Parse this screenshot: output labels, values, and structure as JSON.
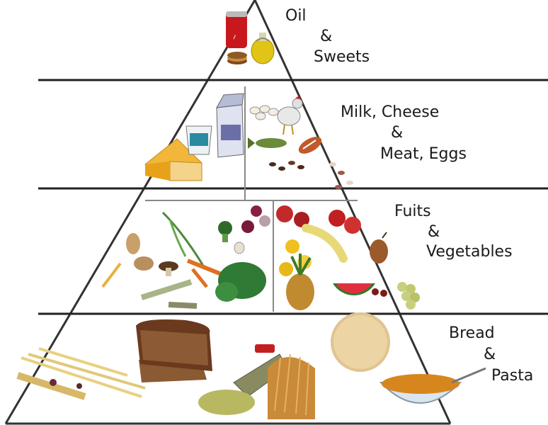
{
  "pyramid": {
    "tiers": [
      {
        "id": "oil-sweets",
        "lines": [
          "Oil",
          "&",
          "Sweets"
        ]
      },
      {
        "id": "milk-meat",
        "lines": [
          "Milk, Cheese",
          "&",
          "Meat, Eggs"
        ]
      },
      {
        "id": "fruits-vegetables",
        "lines": [
          "Fuits",
          "&",
          "Vegetables"
        ]
      },
      {
        "id": "bread-pasta",
        "lines": [
          "Bread",
          "&",
          "Pasta"
        ]
      }
    ],
    "food_icons": [
      "soda-can-icon",
      "olive-oil-bottle-icon",
      "cookies-icon",
      "cheese-icon",
      "yogurt-cup-icon",
      "milk-carton-icon",
      "eggs-icon",
      "chicken-icon",
      "fish-icon",
      "sausage-icon",
      "beans-icon",
      "carrot-icon",
      "potato-icon",
      "broccoli-icon",
      "mushroom-icon",
      "spinach-icon",
      "apple-icon",
      "banana-icon",
      "pear-icon",
      "pineapple-icon",
      "watermelon-icon",
      "grapes-icon",
      "lemon-icon",
      "pasta-icon",
      "bread-slice-icon",
      "grain-bag-icon",
      "wheat-icon",
      "pita-bread-icon",
      "cereal-bowl-icon"
    ]
  }
}
